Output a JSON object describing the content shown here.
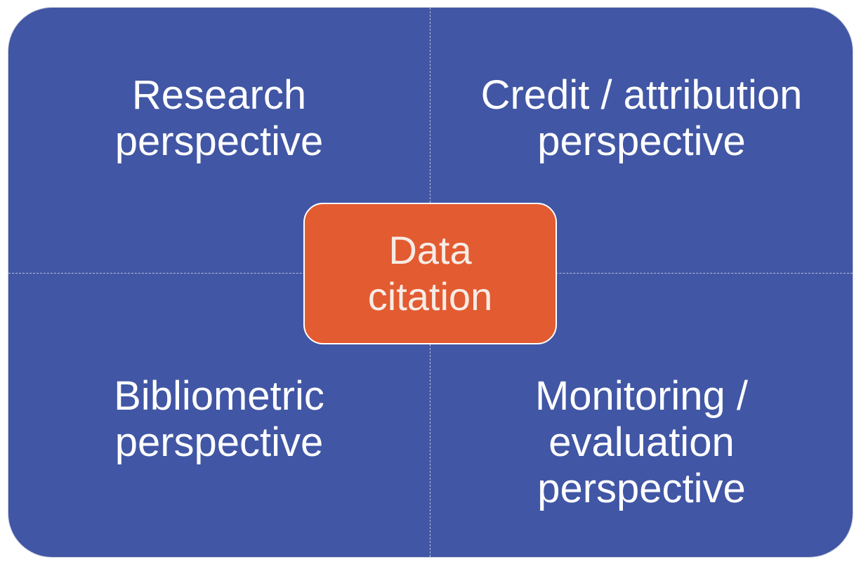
{
  "diagram": {
    "quadrants": {
      "top_left": {
        "lines": [
          "Research",
          "perspective"
        ]
      },
      "top_right": {
        "lines": [
          "Credit / attribution",
          "perspective"
        ]
      },
      "bottom_left": {
        "lines": [
          "Bibliometric",
          "perspective"
        ]
      },
      "bottom_right": {
        "lines": [
          "Monitoring /",
          "evaluation",
          "perspective"
        ]
      }
    },
    "center": {
      "lines": [
        "Data",
        "citation"
      ]
    }
  },
  "colors": {
    "background": "#4156a4",
    "center_box": "#e35b31",
    "text": "#ffffff",
    "dividers": "#b9c1e0"
  }
}
